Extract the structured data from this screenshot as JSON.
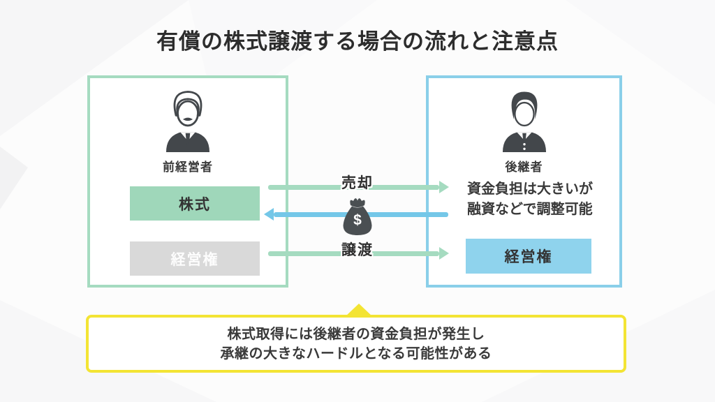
{
  "title": "有償の株式譲渡する場合の流れと注意点",
  "left_panel": {
    "person_icon": "former-manager-icon",
    "person_label": "前経営者",
    "items": [
      {
        "label": "株式",
        "variant": "green"
      },
      {
        "label": "経営権",
        "variant": "gray"
      }
    ]
  },
  "right_panel": {
    "person_icon": "successor-icon",
    "person_label": "後継者",
    "note_line1": "資金負担は大きいが",
    "note_line2": "融資などで調整可能",
    "item_label": "経営権"
  },
  "arrows": {
    "sell_label": "売却",
    "transfer_label": "譲渡",
    "money_icon": "money-bag-icon",
    "money_symbol": "$"
  },
  "warning": {
    "line1": "株式取得には後継者の資金負担が発生し",
    "line2": "承継の大きなハードルとなる可能性がある"
  },
  "colors": {
    "green": "#a5dbc0",
    "green-fill": "#9fd7ba",
    "blue": "#8acfe9",
    "blue-fill": "#8fd3ed",
    "blue-arrow": "#74c7e8",
    "gray-fill": "#d9d9d9",
    "yellow": "#f3e434",
    "text-dark": "#333333",
    "icon": "#43474b"
  }
}
